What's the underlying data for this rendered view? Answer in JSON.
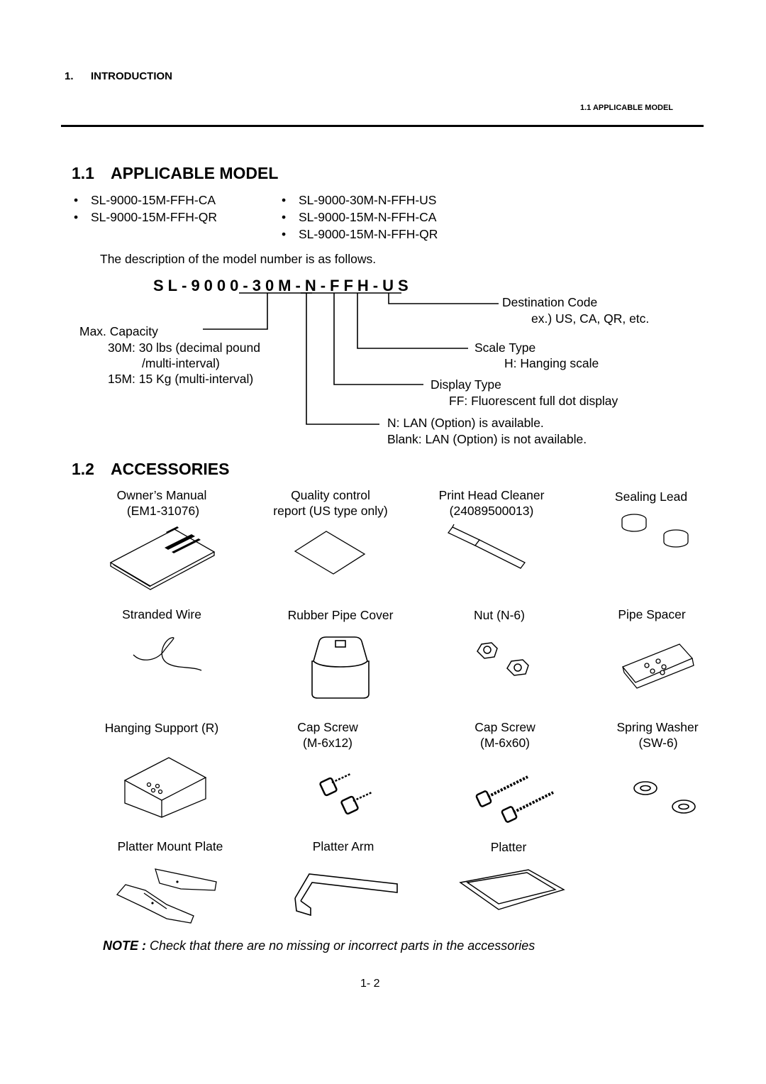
{
  "header": {
    "chapter_number": "1.",
    "chapter_title": "INTRODUCTION",
    "section_ref": "1.1 APPLICABLE MODEL"
  },
  "section1": {
    "number": "1.1",
    "title": "APPLICABLE MODEL",
    "models_left": [
      "SL-9000-15M-FFH-CA",
      "SL-9000-15M-FFH-QR"
    ],
    "models_right": [
      "SL-9000-30M-N-FFH-US",
      "SL-9000-15M-N-FFH-CA",
      "SL-9000-15M-N-FFH-QR"
    ],
    "bullet": "•",
    "description": "The description of the model number is as follows.",
    "model_code": "SL-9000-30M-N-FFH-US",
    "diagram": {
      "destination_title": "Destination Code",
      "destination_ex": "ex.) US, CA, QR, etc.",
      "capacity_title": "Max. Capacity",
      "capacity_30m": "30M: 30 lbs (decimal pound",
      "capacity_30m_cont": "/multi-interval)",
      "capacity_15m": "15M: 15 Kg (multi-interval)",
      "scale_title": "Scale Type",
      "scale_h": "H: Hanging scale",
      "display_title": "Display Type",
      "display_ff": "FF: Fluorescent full dot display",
      "lan_n": "N: LAN (Option) is available.",
      "lan_blank": "Blank: LAN (Option) is not available."
    }
  },
  "section2": {
    "number": "1.2",
    "title": "ACCESSORIES",
    "items": {
      "owners_manual": [
        "Owner’s Manual",
        "(EM1-31076)"
      ],
      "quality_report": [
        "Quality control",
        "report (US type only)"
      ],
      "print_head_cleaner": [
        "Print Head Cleaner",
        "(24089500013)"
      ],
      "sealing_lead": [
        "Sealing Lead"
      ],
      "stranded_wire": [
        "Stranded Wire"
      ],
      "rubber_pipe_cover": [
        "Rubber Pipe Cover"
      ],
      "nut": [
        "Nut (N-6)"
      ],
      "pipe_spacer": [
        "Pipe Spacer"
      ],
      "hanging_support": [
        "Hanging Support (R)"
      ],
      "cap_screw_12": [
        "Cap Screw",
        "(M-6x12)"
      ],
      "cap_screw_60": [
        "Cap Screw",
        "(M-6x60)"
      ],
      "spring_washer": [
        "Spring Washer",
        "(SW-6)"
      ],
      "platter_mount_plate": [
        "Platter Mount Plate"
      ],
      "platter_arm": [
        "Platter Arm"
      ],
      "platter": [
        "Platter"
      ]
    }
  },
  "note": {
    "label": "NOTE :",
    "text": "Check that there are no missing or incorrect parts in the accessories"
  },
  "page_number": "1- 2"
}
